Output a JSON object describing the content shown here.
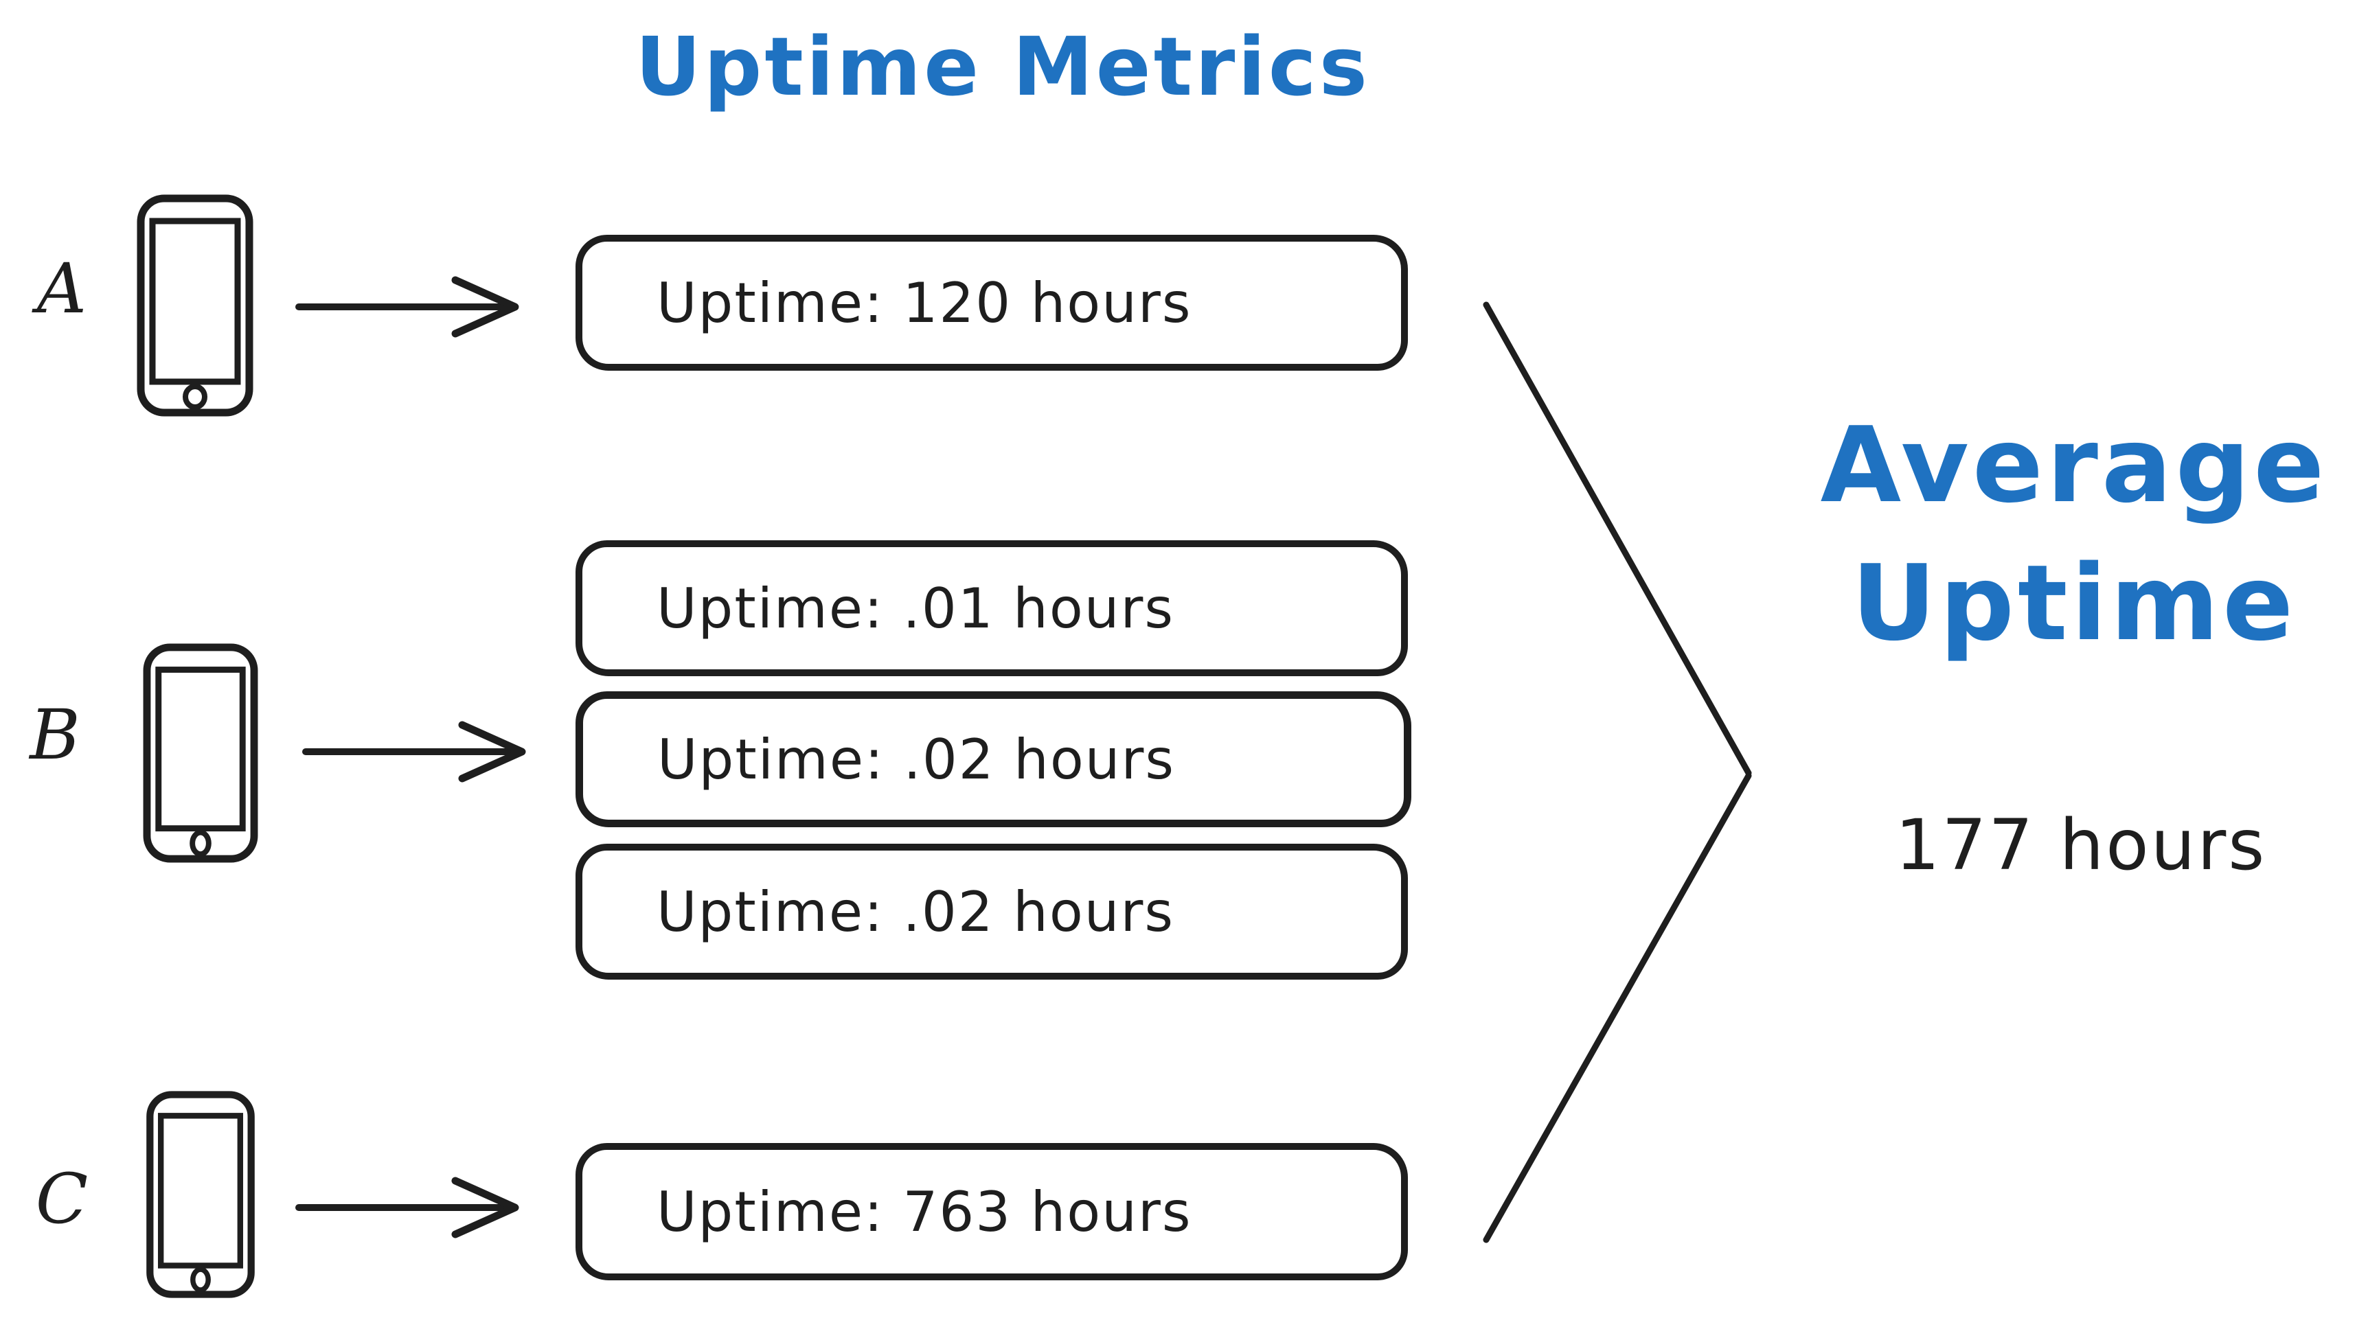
{
  "title": {
    "text": "Uptime Metrics"
  },
  "colors": {
    "ink": "#1e1e1e",
    "accent": "#1f72c1"
  },
  "devices": [
    {
      "label": "A",
      "icon": "smartphone-icon",
      "boxes": [
        "Uptime: 120 hours"
      ]
    },
    {
      "label": "B",
      "icon": "smartphone-icon",
      "boxes": [
        "Uptime: .01 hours",
        "Uptime: .02 hours",
        "Uptime: .02 hours"
      ]
    },
    {
      "label": "C",
      "icon": "smartphone-icon",
      "boxes": [
        "Uptime: 763 hours"
      ]
    }
  ],
  "result": {
    "heading_line1": "Average",
    "heading_line2": "Uptime",
    "value": "177 hours"
  }
}
